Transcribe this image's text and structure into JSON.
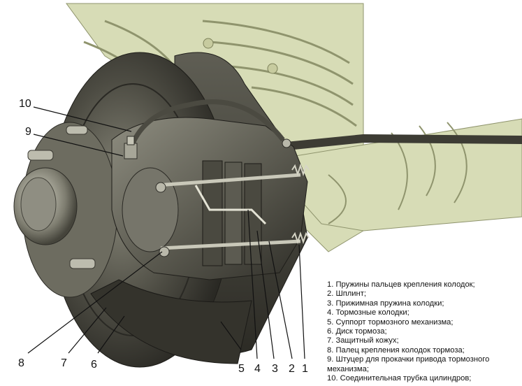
{
  "callouts": [
    {
      "number": "10"
    },
    {
      "number": "9"
    },
    {
      "number": "8"
    },
    {
      "number": "7"
    },
    {
      "number": "6"
    },
    {
      "number": "5"
    },
    {
      "number": "4"
    },
    {
      "number": "3"
    },
    {
      "number": "2"
    },
    {
      "number": "1"
    }
  ],
  "legend": [
    "1. Пружины пальцев крепления колодок;",
    "2. Шплинт;",
    "3. Прижимная пружина колодки;",
    "4. Тормозные колодки;",
    "5. Суппорт тормозного механизма;",
    "6. Диск тормоза;",
    "7. Защитный кожух;",
    "8. Палец крепления колодок тормоза;",
    "9. Штуцер для прокачки привода тормозного\nмеханизма;",
    "10. Соединительная трубка цилиндров;"
  ],
  "colors": {
    "background": "#ffffff",
    "suspension_tint": "#d7dcb6",
    "metal_dark": "#3b3a33",
    "metal_mid": "#6b6a5e",
    "metal_light": "#a9a898"
  }
}
